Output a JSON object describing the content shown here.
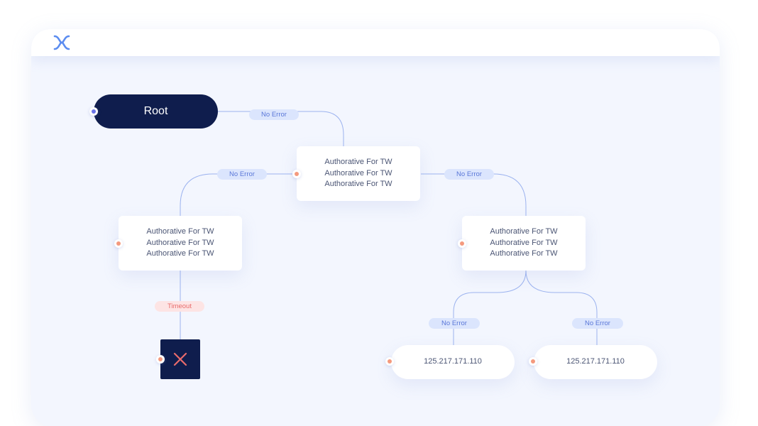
{
  "diagram": {
    "root": {
      "label": "Root"
    },
    "nodes": [
      {
        "id": "n1",
        "lines": [
          "Authorative For TW",
          "Authorative For TW",
          "Authorative For TW"
        ]
      },
      {
        "id": "n2",
        "lines": [
          "Authorative For TW",
          "Authorative For TW",
          "Authorative For TW"
        ]
      },
      {
        "id": "n3",
        "lines": [
          "Authorative For TW",
          "Authorative For TW",
          "Authorative For TW"
        ]
      },
      {
        "id": "ip1",
        "label": "125.217.171.110"
      },
      {
        "id": "ip2",
        "label": "125.217.171.110"
      }
    ],
    "edges": [
      {
        "label": "No Error",
        "status": "ok"
      },
      {
        "label": "No Error",
        "status": "ok"
      },
      {
        "label": "No Error",
        "status": "ok"
      },
      {
        "label": "Timeout",
        "status": "error"
      },
      {
        "label": "No Error",
        "status": "ok"
      },
      {
        "label": "No Error",
        "status": "ok"
      }
    ],
    "failure": {
      "icon": "close-icon"
    }
  },
  "colors": {
    "accent": "#5b8cf0",
    "dark": "#0f1d4d",
    "error": "#e86b6b",
    "port": "#f49a7e",
    "canvas": "#f3f6fe"
  },
  "header": {
    "logo_icon": "flow-logo-icon"
  }
}
